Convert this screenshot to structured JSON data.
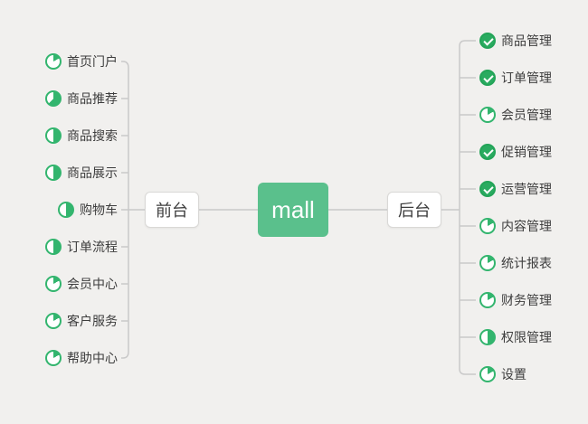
{
  "root": {
    "label": "mall"
  },
  "branches": {
    "left": {
      "label": "前台",
      "items": [
        {
          "label": "首页门户",
          "icon": "pie",
          "progress": 0.17
        },
        {
          "label": "商品推荐",
          "icon": "pie",
          "progress": 0.62
        },
        {
          "label": "商品搜索",
          "icon": "pie",
          "progress": 0.5
        },
        {
          "label": "商品展示",
          "icon": "pie",
          "progress": 0.5
        },
        {
          "label": "购物车",
          "icon": "pie",
          "progress": 0.5
        },
        {
          "label": "订单流程",
          "icon": "pie",
          "progress": 0.5
        },
        {
          "label": "会员中心",
          "icon": "pie",
          "progress": 0.17
        },
        {
          "label": "客户服务",
          "icon": "pie",
          "progress": 0.17
        },
        {
          "label": "帮助中心",
          "icon": "pie",
          "progress": 0.17
        }
      ]
    },
    "right": {
      "label": "后台",
      "items": [
        {
          "label": "商品管理",
          "icon": "check"
        },
        {
          "label": "订单管理",
          "icon": "check"
        },
        {
          "label": "会员管理",
          "icon": "pie",
          "progress": 0.17
        },
        {
          "label": "促销管理",
          "icon": "check"
        },
        {
          "label": "运营管理",
          "icon": "check"
        },
        {
          "label": "内容管理",
          "icon": "pie",
          "progress": 0.17
        },
        {
          "label": "统计报表",
          "icon": "pie",
          "progress": 0.17
        },
        {
          "label": "财务管理",
          "icon": "pie",
          "progress": 0.17
        },
        {
          "label": "权限管理",
          "icon": "pie",
          "progress": 0.5
        },
        {
          "label": "设置",
          "icon": "pie",
          "progress": 0.17
        }
      ]
    }
  },
  "colors": {
    "background": "#f1f0ee",
    "root_node": "#5ac08c",
    "pie_green": "#33b56e",
    "check_green": "#2aab60",
    "check_ring": "#23a458",
    "connector_line": "#c9c9c9",
    "text": "#3d3d3d",
    "box_border": "#d9d8d6"
  }
}
